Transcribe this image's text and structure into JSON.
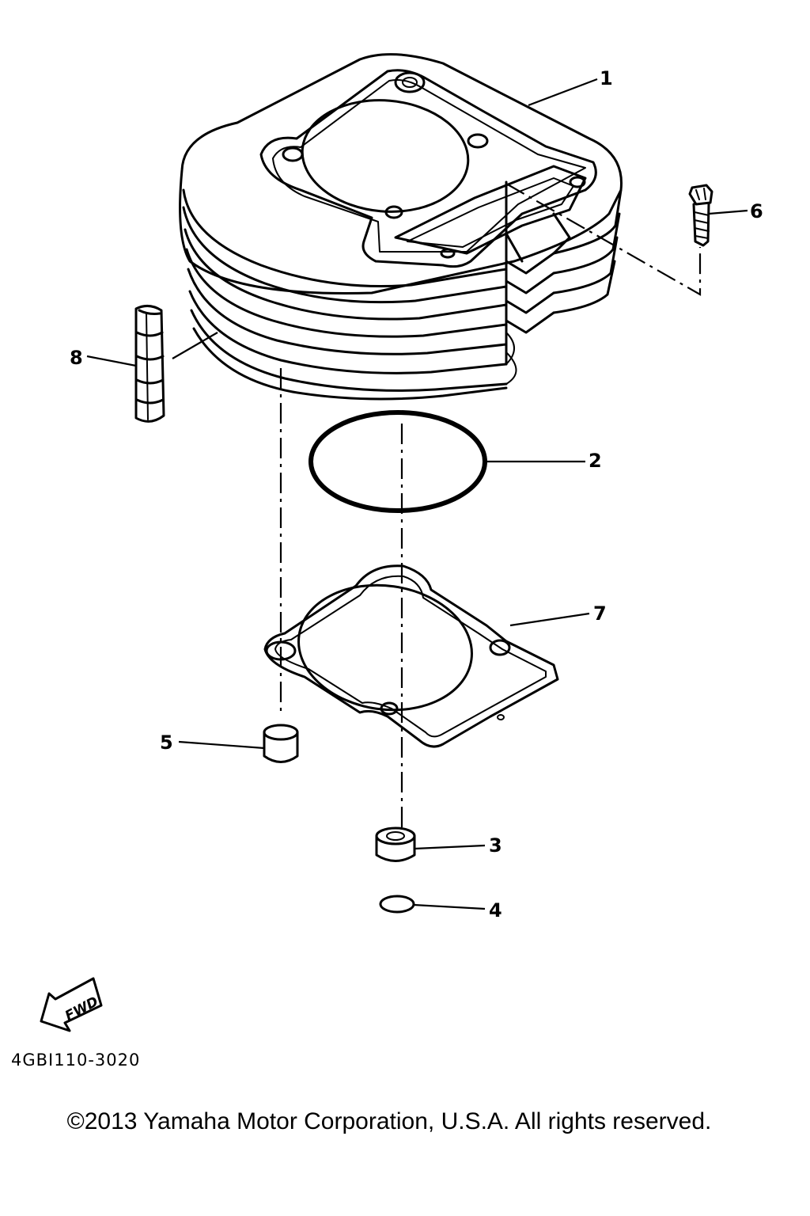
{
  "diagram": {
    "callouts": [
      "1",
      "2",
      "3",
      "4",
      "5",
      "6",
      "7",
      "8"
    ],
    "part_code": "4GBI110-3020",
    "direction_label": "FWD"
  },
  "footer": {
    "copyright": "©2013 Yamaha Motor Corporation, U.S.A. All rights reserved."
  }
}
